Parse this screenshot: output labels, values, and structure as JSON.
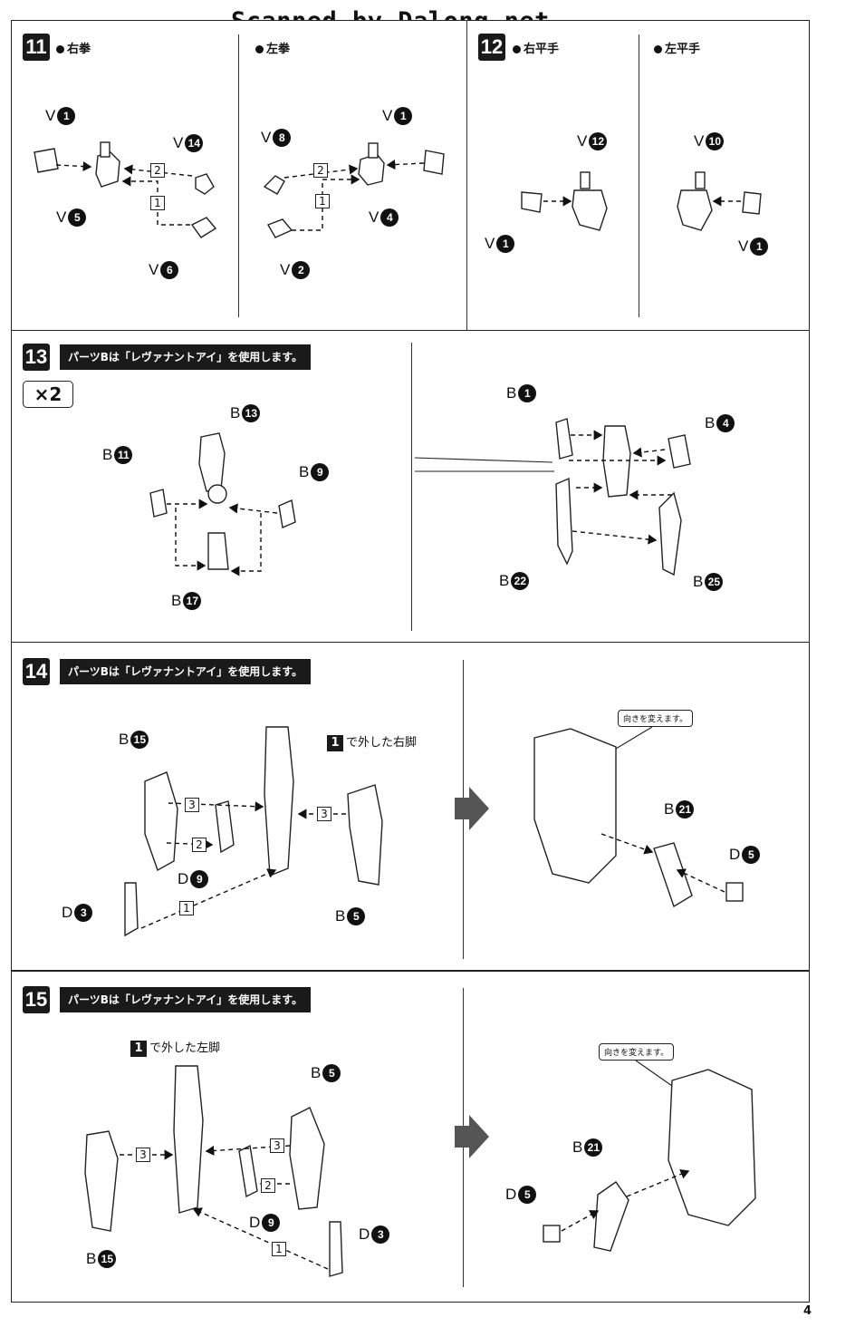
{
  "watermark": "Scanned by Dalong.net",
  "page_number": "4",
  "steps": {
    "s11": {
      "num": "11",
      "right_fist": "右拳",
      "left_fist": "左拳"
    },
    "s12": {
      "num": "12",
      "right_flat": "右平手",
      "left_flat": "左平手"
    },
    "s13": {
      "num": "13",
      "banner": "パーツBは「レヴァナントアイ」を使用します。",
      "multiplier": "×2"
    },
    "s14": {
      "num": "14",
      "banner": "パーツBは「レヴァナントアイ」を使用します。",
      "ref_num": "1",
      "ref_text": "で外した右脚",
      "callout": "向きを変えます。"
    },
    "s15": {
      "num": "15",
      "banner": "パーツBは「レヴァナントアイ」を使用します。",
      "ref_num": "1",
      "ref_text": "で外した左脚",
      "callout": "向きを変えます。"
    }
  },
  "parts": [
    {
      "id": "p1",
      "runner": "V",
      "num": "1"
    },
    {
      "id": "p2",
      "runner": "V",
      "num": "14"
    },
    {
      "id": "p3",
      "runner": "V",
      "num": "5"
    },
    {
      "id": "p4",
      "runner": "V",
      "num": "6"
    },
    {
      "id": "p5",
      "runner": "V",
      "num": "8"
    },
    {
      "id": "p6",
      "runner": "V",
      "num": "1"
    },
    {
      "id": "p7",
      "runner": "V",
      "num": "4"
    },
    {
      "id": "p8",
      "runner": "V",
      "num": "2"
    },
    {
      "id": "p9",
      "runner": "V",
      "num": "12"
    },
    {
      "id": "p10",
      "runner": "V",
      "num": "1"
    },
    {
      "id": "p11",
      "runner": "V",
      "num": "10"
    },
    {
      "id": "p12",
      "runner": "V",
      "num": "1"
    },
    {
      "id": "p13",
      "runner": "B",
      "num": "13"
    },
    {
      "id": "p14",
      "runner": "B",
      "num": "11"
    },
    {
      "id": "p15",
      "runner": "B",
      "num": "9"
    },
    {
      "id": "p16",
      "runner": "B",
      "num": "17"
    },
    {
      "id": "p17",
      "runner": "B",
      "num": "1"
    },
    {
      "id": "p18",
      "runner": "B",
      "num": "4"
    },
    {
      "id": "p19",
      "runner": "B",
      "num": "22"
    },
    {
      "id": "p20",
      "runner": "B",
      "num": "25"
    },
    {
      "id": "p21",
      "runner": "B",
      "num": "15"
    },
    {
      "id": "p22",
      "runner": "D",
      "num": "9"
    },
    {
      "id": "p23",
      "runner": "D",
      "num": "3"
    },
    {
      "id": "p24",
      "runner": "B",
      "num": "5"
    },
    {
      "id": "p25",
      "runner": "B",
      "num": "21"
    },
    {
      "id": "p26",
      "runner": "D",
      "num": "5"
    },
    {
      "id": "p27",
      "runner": "B",
      "num": "5"
    },
    {
      "id": "p28",
      "runner": "D",
      "num": "9"
    },
    {
      "id": "p29",
      "runner": "D",
      "num": "3"
    },
    {
      "id": "p30",
      "runner": "B",
      "num": "15"
    },
    {
      "id": "p31",
      "runner": "B",
      "num": "21"
    },
    {
      "id": "p32",
      "runner": "D",
      "num": "5"
    }
  ],
  "order_marks": [
    "2",
    "1",
    "2",
    "1",
    "3",
    "2",
    "1",
    "3",
    "3",
    "3",
    "2",
    "1"
  ]
}
